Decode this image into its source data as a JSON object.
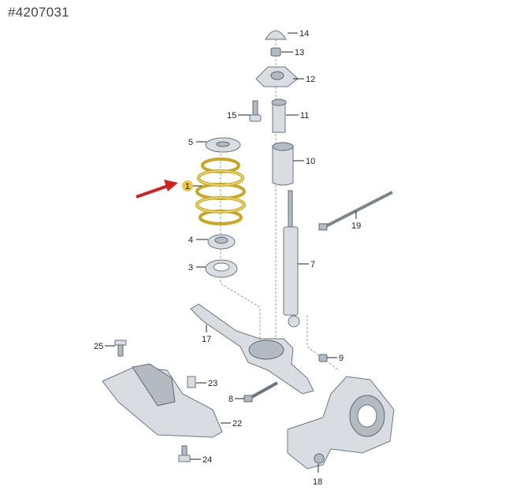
{
  "reference_id": "#4207031",
  "highlight_color": "#e8c84a",
  "arrow_color": "#d42020",
  "labels": {
    "p1": "1",
    "p3": "3",
    "p4": "4",
    "p5": "5",
    "p7": "7",
    "p8": "8",
    "p9": "9",
    "p10": "10",
    "p11": "11",
    "p12": "12",
    "p13": "13",
    "p14": "14",
    "p15": "15",
    "p17": "17",
    "p18": "18",
    "p19": "19",
    "p22": "22",
    "p23": "23",
    "p24": "24",
    "p25": "25"
  }
}
